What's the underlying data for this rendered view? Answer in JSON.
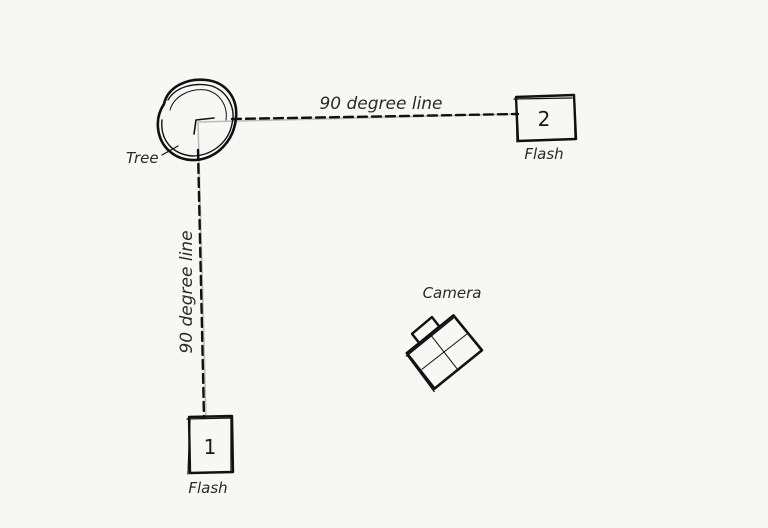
{
  "labels": {
    "tree": "Tree",
    "horizontal_line": "90 degree line",
    "vertical_line": "90 degree line",
    "camera": "Camera",
    "flash_top": "Flash",
    "flash_bottom": "Flash"
  },
  "flash_numbers": {
    "top": "2",
    "bottom": "1"
  }
}
